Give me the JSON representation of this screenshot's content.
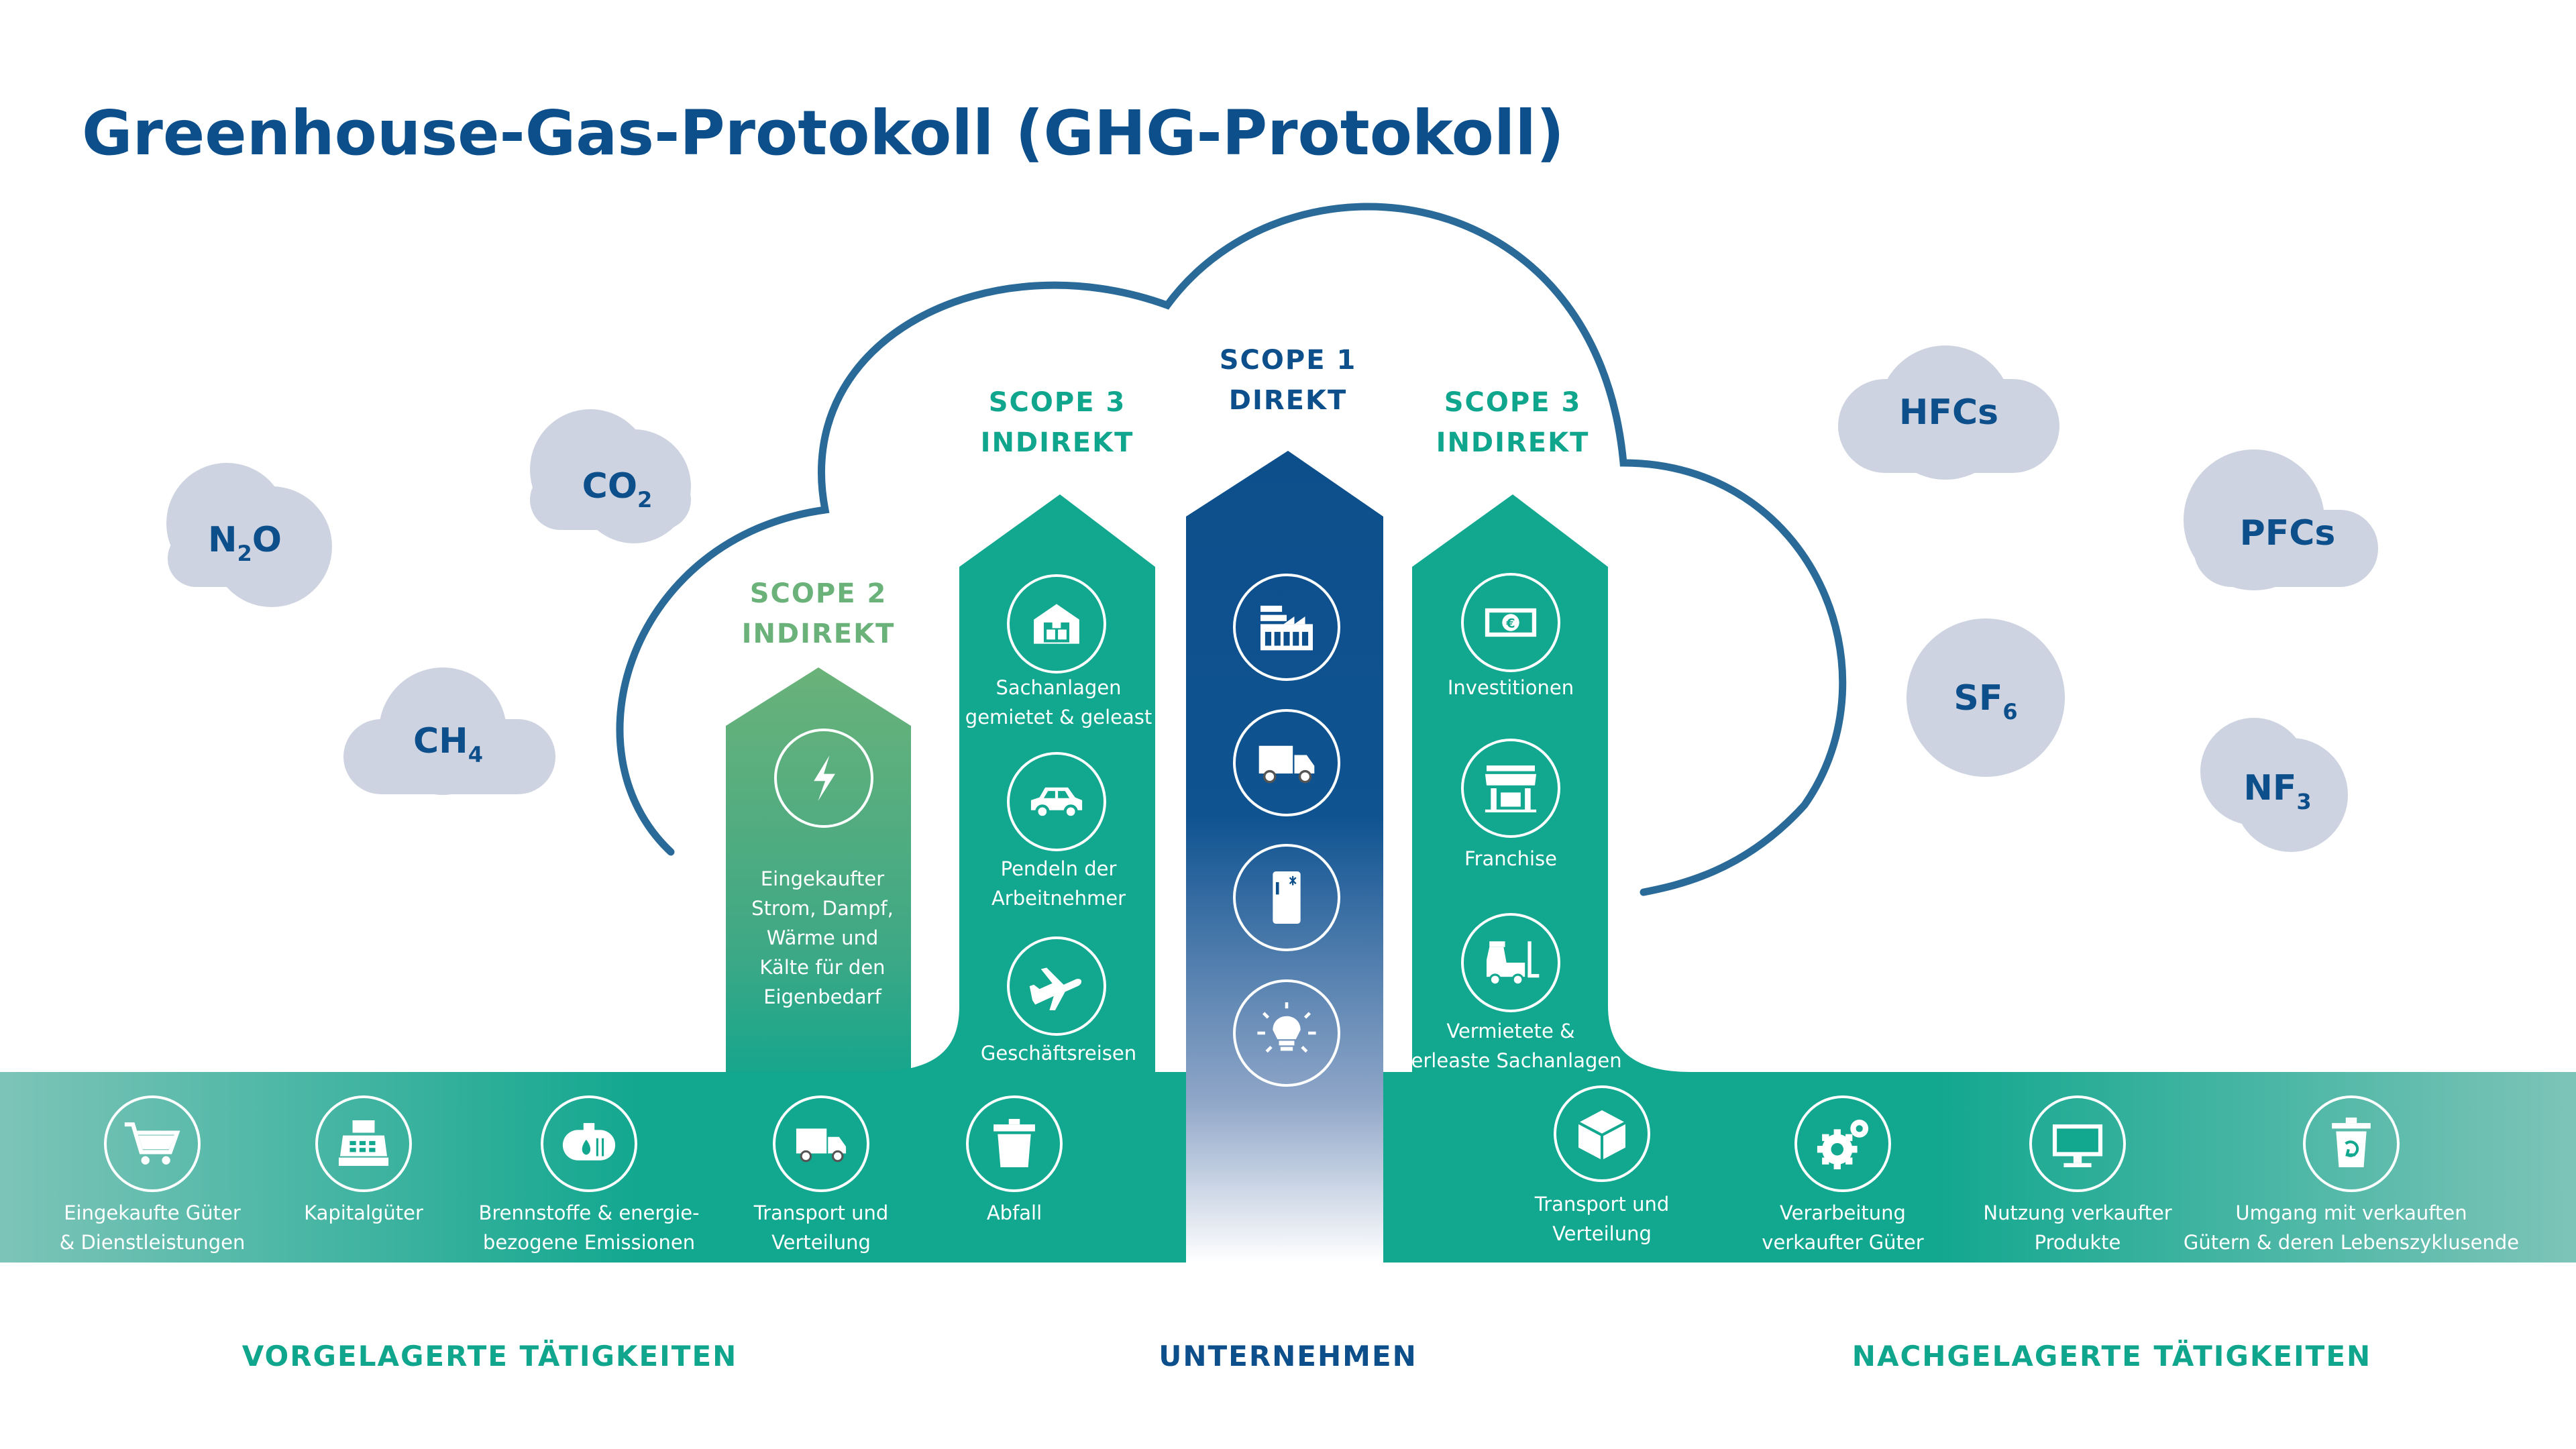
{
  "title": "Greenhouse-Gas-Protokoll (GHG-Protokoll)",
  "colors": {
    "dark_blue": "#0d4f8b",
    "teal": "#10a68d",
    "green": "#6ab27a",
    "gas_cloud": "#cdd3e0",
    "outline": "#2a6a99"
  },
  "gases": [
    {
      "main": "N",
      "sub": "2",
      "tail": "O"
    },
    {
      "main": "CO",
      "sub": "2",
      "tail": ""
    },
    {
      "main": "CH",
      "sub": "4",
      "tail": ""
    },
    {
      "main": "HFCs",
      "sub": "",
      "tail": ""
    },
    {
      "main": "PFCs",
      "sub": "",
      "tail": ""
    },
    {
      "main": "SF",
      "sub": "6",
      "tail": ""
    },
    {
      "main": "NF",
      "sub": "3",
      "tail": ""
    }
  ],
  "scopes": {
    "scope2": {
      "line1": "SCOPE 2",
      "line2": "INDIREKT"
    },
    "scope3_left": {
      "line1": "SCOPE 3",
      "line2": "INDIREKT"
    },
    "scope1": {
      "line1": "SCOPE 1",
      "line2": "DIREKT"
    },
    "scope3_right": {
      "line1": "SCOPE 3",
      "line2": "INDIREKT"
    }
  },
  "scope2_items": [
    {
      "icon": "lightning-icon",
      "lines": [
        "Eingekaufter",
        "Strom, Dampf,",
        "Wärme und",
        "Kälte für den",
        "Eigenbedarf"
      ]
    }
  ],
  "scope3_left_items": [
    {
      "icon": "warehouse-icon",
      "lines": [
        "Sachanlagen",
        "gemietet & geleast"
      ]
    },
    {
      "icon": "car-icon",
      "lines": [
        "Pendeln der",
        "Arbeitnehmer"
      ]
    },
    {
      "icon": "airplane-icon",
      "lines": [
        "Geschäftsreisen"
      ]
    }
  ],
  "scope1_items": [
    {
      "icon": "factory-icon"
    },
    {
      "icon": "truck-icon"
    },
    {
      "icon": "fridge-icon"
    },
    {
      "icon": "light-bulb-icon"
    }
  ],
  "scope3_right_items": [
    {
      "icon": "money-icon",
      "lines": [
        "Investitionen"
      ]
    },
    {
      "icon": "shop-icon",
      "lines": [
        "Franchise"
      ]
    },
    {
      "icon": "forklift-icon",
      "lines": [
        "Vermietete &",
        "verleaste Sachanlagen"
      ]
    }
  ],
  "upstream_items": [
    {
      "icon": "shopping-cart-icon",
      "lines": [
        "Eingekaufte Güter",
        "& Dienstleistungen"
      ]
    },
    {
      "icon": "cash-register-icon",
      "lines": [
        "Kapitalgüter"
      ]
    },
    {
      "icon": "fuel-tank-icon",
      "lines": [
        "Brennstoffe & energie-",
        "bezogene Emissionen"
      ]
    },
    {
      "icon": "truck-icon",
      "lines": [
        "Transport und",
        "Verteilung"
      ]
    },
    {
      "icon": "trash-can-icon",
      "lines": [
        "Abfall"
      ]
    }
  ],
  "downstream_items": [
    {
      "icon": "box-icon",
      "lines": [
        "Transport und",
        "Verteilung"
      ]
    },
    {
      "icon": "gears-icon",
      "lines": [
        "Verarbeitung",
        "verkaufter Güter"
      ]
    },
    {
      "icon": "monitor-icon",
      "lines": [
        "Nutzung verkaufter",
        "Produkte"
      ]
    },
    {
      "icon": "recycle-bin-icon",
      "lines": [
        "Umgang mit verkauften",
        "Gütern & deren Lebenszyklusende"
      ]
    }
  ],
  "footer": {
    "upstream": "VORGELAGERTE TÄTIGKEITEN",
    "company": "UNTERNEHMEN",
    "downstream": "NACHGELAGERTE TÄTIGKEITEN"
  }
}
